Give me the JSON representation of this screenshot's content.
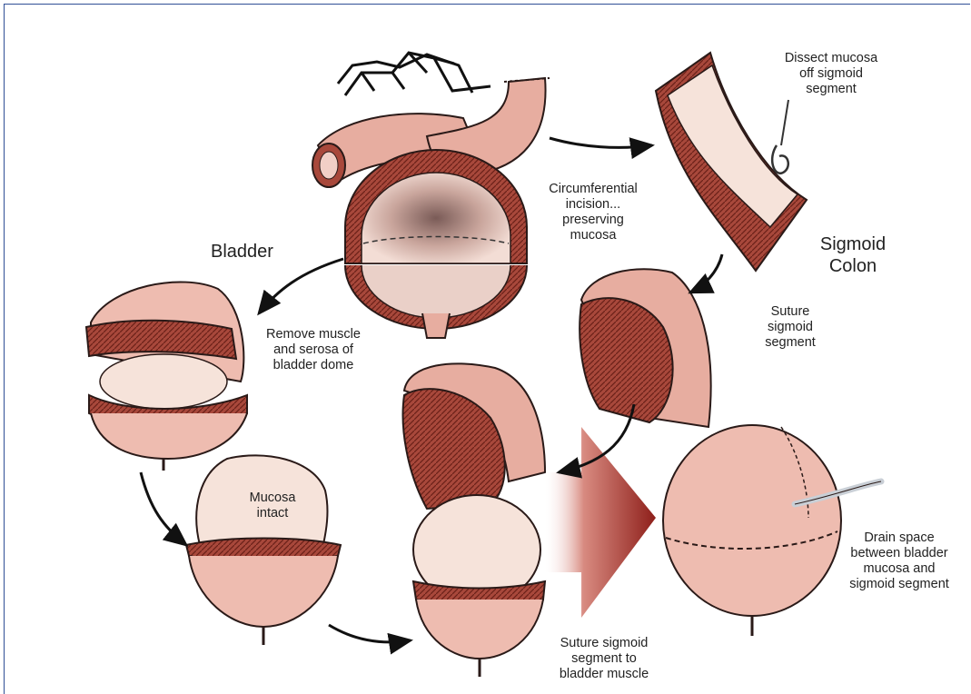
{
  "labels": {
    "dissect": "Dissect mucosa\noff sigmoid\nsegment",
    "circumferential": "Circumferential\nincision...\npreserving\nmucosa",
    "bladder": "Bladder",
    "sigmoid_colon": "Sigmoid\nColon",
    "remove_muscle": "Remove muscle\nand serosa of\nbladder dome",
    "suture_sigmoid": "Suture\nsigmoid\nsegment",
    "mucosa_intact": "Mucosa\nintact",
    "drain_space": "Drain space\nbetween bladder\nmucosa and\nsigmoid segment",
    "suture_to_bladder": "Suture sigmoid\nsegment to\nbladder muscle"
  },
  "colors": {
    "tissue_light": "#f1cfc6",
    "tissue_mid": "#e2a497",
    "muscle_dark": "#9a3a30",
    "outline": "#2a1a18",
    "mucosa": "#f6e3da",
    "border_blue": "#2f4f95"
  }
}
